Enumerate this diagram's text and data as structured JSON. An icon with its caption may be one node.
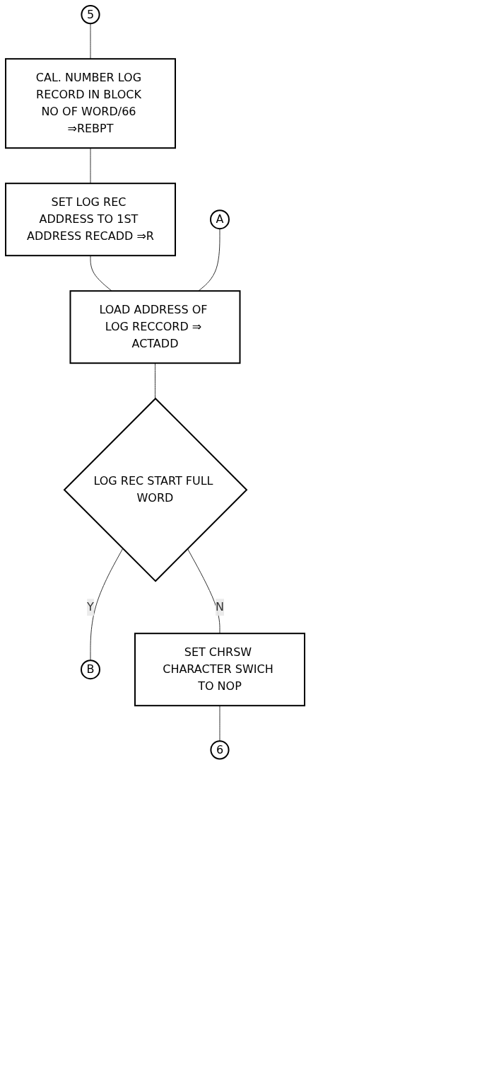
{
  "diagram": {
    "nodes": [
      {
        "text": [
          "5"
        ]
      },
      {
        "text": [
          "CAL. NUMBER LOG RECORD IN BLOCK NO OF WORD/66 ⇒REBPT"
        ]
      },
      {
        "text": [
          "SET LOG REC ADDRESS TO 1ST ADDRESS RECADD ⇒R"
        ]
      },
      {
        "text": [
          "A"
        ]
      },
      {
        "text": [
          "LOAD ADDRESS OF LOG RECCORD ⇒ ACTADD"
        ]
      },
      {
        "text": [
          "LOG REC START FULL WORD"
        ]
      },
      {
        "text": [
          "B"
        ]
      },
      {
        "text": [
          "SET CHRSW CHARACTER SWICH TO NOP"
        ]
      },
      {
        "text": [
          "6"
        ]
      }
    ],
    "edges": [
      {
        "from": 0,
        "to": 1,
        "arrow": "none"
      },
      {
        "from": 1,
        "to": 2,
        "arrow": "none"
      },
      {
        "from": 2,
        "to": 4,
        "arrow": "none"
      },
      {
        "from": 3,
        "to": 4,
        "arrow": "none"
      },
      {
        "from": 4,
        "to": 5,
        "arrow": "none"
      },
      {
        "from": 5,
        "to": 6,
        "label": "Y",
        "arrow": "none"
      },
      {
        "from": 5,
        "to": 7,
        "label": "N",
        "arrow": "none"
      },
      {
        "from": 7,
        "to": 8,
        "arrow": "none"
      }
    ]
  }
}
